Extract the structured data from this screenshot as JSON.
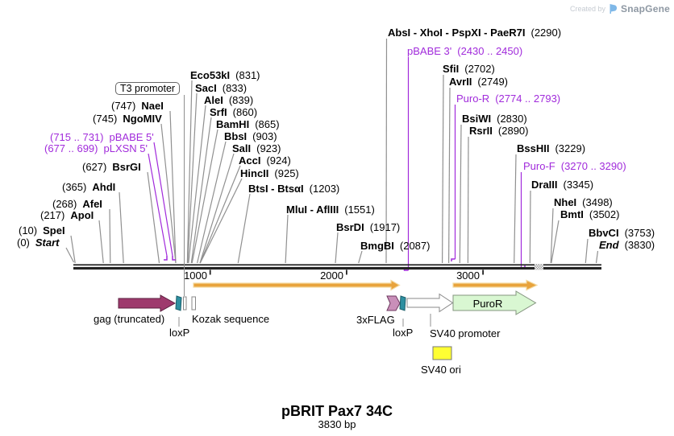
{
  "watermark": {
    "created_by": "Created by",
    "brand": "SnapGene"
  },
  "plasmid": {
    "name": "pBRIT Pax7 34C",
    "length": "3830 bp"
  },
  "ruler": {
    "tick_labels": [
      "1000",
      "2000",
      "3000"
    ]
  },
  "colors": {
    "primer_text": "#A12BDB",
    "enzyme_text": "#000000",
    "connector_gray": "#909090",
    "gag_fill": "#9E3A6D",
    "loxp_fill": "#2E8FA0",
    "flag_fill": "#C98FB9",
    "puror_fill": "#D9F7D2",
    "sv40ori_fill": "#FFFF33",
    "orange_arrow": "#E8A33C"
  },
  "sites": [
    {
      "name": "Eco53kI",
      "pos": "(831)"
    },
    {
      "name": "SacI",
      "pos": "(833)"
    },
    {
      "name": "AleI",
      "pos": "(839)"
    },
    {
      "name": "NaeI",
      "pos": "(747)"
    },
    {
      "name": "SrfI",
      "pos": "(860)"
    },
    {
      "name": "NgoMIV",
      "pos": "(745)"
    },
    {
      "name": "BamHI",
      "pos": "(865)"
    },
    {
      "name": "BbsI",
      "pos": "(903)"
    },
    {
      "name": "pBABE 5'",
      "pos": "(715 .. 731)"
    },
    {
      "name": "pLXSN 5'",
      "pos": "(677 .. 699)"
    },
    {
      "name": "SalI",
      "pos": "(923)"
    },
    {
      "name": "AccI",
      "pos": "(924)"
    },
    {
      "name": "BsrGI",
      "pos": "(627)"
    },
    {
      "name": "HincII",
      "pos": "(925)"
    },
    {
      "name": "BtsI - BtsαI",
      "pos": "(1203)"
    },
    {
      "name": "AhdI",
      "pos": "(365)"
    },
    {
      "name": "MluI - AflIII",
      "pos": "(1551)"
    },
    {
      "name": "AfeI",
      "pos": "(268)"
    },
    {
      "name": "ApoI",
      "pos": "(217)"
    },
    {
      "name": "BsrDI",
      "pos": "(1917)"
    },
    {
      "name": "SpeI",
      "pos": "(10)"
    },
    {
      "name": "Start",
      "pos": "(0)"
    },
    {
      "name": "BmgBI",
      "pos": "(2087)"
    },
    {
      "name": "AbsI - XhoI - PspXI - PaeR7I",
      "pos": "(2290)"
    },
    {
      "name": "pBABE 3'",
      "pos": "(2430 .. 2450)"
    },
    {
      "name": "SfiI",
      "pos": "(2702)"
    },
    {
      "name": "AvrII",
      "pos": "(2749)"
    },
    {
      "name": "Puro-R",
      "pos": "(2774 .. 2793)"
    },
    {
      "name": "BsiWI",
      "pos": "(2830)"
    },
    {
      "name": "RsrII",
      "pos": "(2890)"
    },
    {
      "name": "BssHII",
      "pos": "(3229)"
    },
    {
      "name": "Puro-F",
      "pos": "(3270 .. 3290)"
    },
    {
      "name": "DraIII",
      "pos": "(3345)"
    },
    {
      "name": "NheI",
      "pos": "(3498)"
    },
    {
      "name": "BmtI",
      "pos": "(3502)"
    },
    {
      "name": "BbvCI",
      "pos": "(3753)"
    },
    {
      "name": "End",
      "pos": "(3830)"
    }
  ],
  "features": {
    "t3_promoter": {
      "label": "T3 promoter"
    },
    "gag": {
      "label": "gag (truncated)"
    },
    "loxp_left": {
      "label": "loxP"
    },
    "kozak": {
      "label": "Kozak sequence"
    },
    "flag": {
      "label": "3xFLAG"
    },
    "loxp_right": {
      "label": "loxP"
    },
    "sv40_promoter": {
      "label": "SV40 promoter"
    },
    "puror": {
      "label": "PuroR"
    },
    "sv40_ori": {
      "label": "SV40 ori"
    }
  }
}
